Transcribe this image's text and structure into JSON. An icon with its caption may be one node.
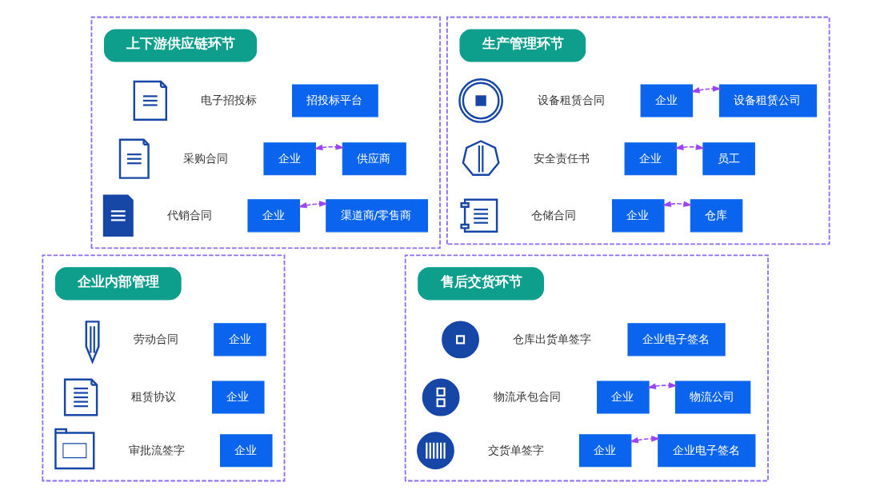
{
  "diagram": {
    "nodes": [
      {
        "text": [],
        "shape": "box"
      },
      {
        "text": [
          "上下游供应链环节"
        ],
        "in": 0
      },
      {
        "text": [],
        "shape": "picture",
        "in": 0,
        "beside": [
          "电子招投标"
        ]
      },
      {
        "text": [
          "招投标平台"
        ],
        "in": 0
      },
      {
        "text": [],
        "shape": "picture",
        "in": 0,
        "beside": [
          "采购合同"
        ]
      },
      {
        "text": [
          "企业"
        ],
        "in": 0
      },
      {
        "text": [
          "供应商"
        ],
        "in": 0
      },
      {
        "text": [],
        "shape": "picture",
        "in": 0,
        "beside": [
          "代销合同"
        ]
      },
      {
        "text": [
          "企业"
        ],
        "in": 0
      },
      {
        "text": [
          "渠道商/零售商"
        ],
        "in": 0
      },
      {
        "text": [],
        "shape": "box"
      },
      {
        "text": [
          "生产管理环节"
        ],
        "in": 10
      },
      {
        "text": [],
        "shape": "picture",
        "in": 10,
        "beside": [
          "设备租赁合同"
        ]
      },
      {
        "text": [
          "企业"
        ],
        "in": 10
      },
      {
        "text": [
          "设备租赁公司"
        ],
        "in": 10
      },
      {
        "text": [],
        "shape": "picture",
        "in": 10,
        "beside": [
          "安全责任书"
        ]
      },
      {
        "text": [
          "企业"
        ],
        "in": 10
      },
      {
        "text": [
          "员工"
        ],
        "in": 10
      },
      {
        "text": [],
        "shape": "picture",
        "in": 10,
        "beside": [
          "仓储合同"
        ]
      },
      {
        "text": [
          "企业"
        ],
        "in": 10
      },
      {
        "text": [
          "仓库"
        ],
        "in": 10
      },
      {
        "text": [],
        "shape": "box"
      },
      {
        "text": [
          "企业内部管理"
        ],
        "in": 21
      },
      {
        "text": [],
        "shape": "picture",
        "in": 21,
        "beside": [
          "劳动合同"
        ]
      },
      {
        "text": [
          "企业"
        ],
        "in": 21
      },
      {
        "text": [],
        "shape": "picture",
        "in": 21,
        "beside": [
          "租赁协议"
        ]
      },
      {
        "text": [
          "企业"
        ],
        "in": 21
      },
      {
        "text": [],
        "shape": "picture",
        "in": 21,
        "beside": [
          "审批流签字"
        ]
      },
      {
        "text": [
          "企业"
        ],
        "in": 21
      },
      {
        "text": [],
        "shape": "box"
      },
      {
        "text": [
          "售后交货环节"
        ],
        "in": 29
      },
      {
        "text": [],
        "shape": "picture",
        "in": 29,
        "beside": [
          "仓库出货单签字"
        ]
      },
      {
        "text": [
          "企业电子签名"
        ],
        "in": 29
      },
      {
        "text": [],
        "shape": "picture",
        "in": 29,
        "beside": [
          "物流承包合同"
        ]
      },
      {
        "text": [
          "企业"
        ],
        "in": 29
      },
      {
        "text": [
          "物流公司"
        ],
        "in": 29
      },
      {
        "text": [],
        "shape": "picture",
        "in": 29,
        "beside": [
          "交货单签字"
        ]
      },
      {
        "text": [
          "企业"
        ],
        "in": 29
      },
      {
        "text": [
          "企业电子签名"
        ],
        "in": 29
      }
    ],
    "edges": [
      {
        "from": 5,
        "to": 6,
        "arrow": "both",
        "style": "dashed"
      },
      {
        "from": 8,
        "to": 9,
        "arrow": "both",
        "style": "dashed"
      },
      {
        "from": 13,
        "to": 14,
        "arrow": "both",
        "style": "dashed"
      },
      {
        "from": 16,
        "to": 17,
        "arrow": "both",
        "style": "dashed"
      },
      {
        "from": 19,
        "to": 20,
        "arrow": "both",
        "style": "dashed"
      },
      {
        "from": 34,
        "to": 35,
        "arrow": "both",
        "style": "dashed"
      },
      {
        "from": 37,
        "to": 38,
        "arrow": "both",
        "style": "dashed"
      }
    ]
  }
}
